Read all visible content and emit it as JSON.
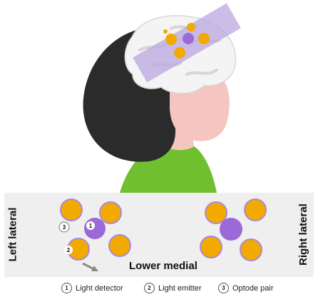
{
  "panel": {
    "left_label": "Left lateral",
    "right_label": "Right lateral",
    "bottom_label": "Lower medial",
    "markers": {
      "detector": "1",
      "emitter": "2",
      "pair": "3"
    }
  },
  "legend": [
    {
      "number": "1",
      "text": "Light detector"
    },
    {
      "number": "2",
      "text": "Light emitter"
    },
    {
      "number": "3",
      "text": "Optode pair"
    }
  ],
  "colors": {
    "emitter_fill": "#f2a900",
    "detector_fill": "#9b6ad6",
    "ring_stroke": "#a98ad8",
    "hair": "#2b2b2b",
    "skin": "#f4c6bf",
    "shirt": "#6fbf2e",
    "brain": "#f4f4f4",
    "probe_band": "#b9a6e0"
  }
}
